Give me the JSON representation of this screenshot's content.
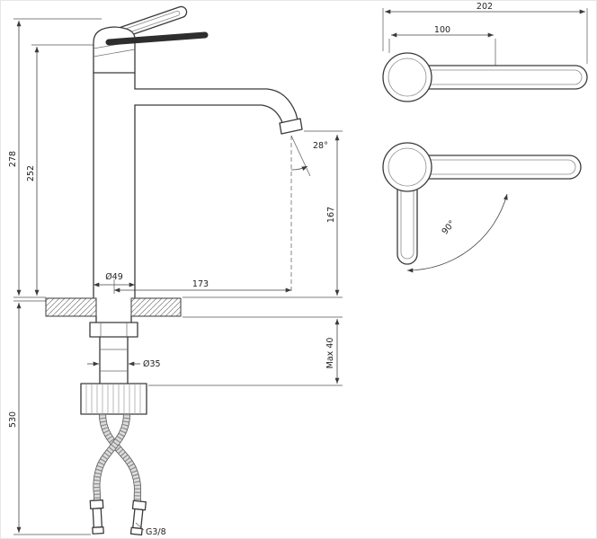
{
  "drawing": {
    "front": {
      "total_height": "278",
      "height_to_lever": "252",
      "hose_length": "530",
      "body_diameter": "Ø49",
      "spout_reach": "173",
      "outlet_height": "167",
      "stream_angle": "28°",
      "shank_diameter": "Ø35",
      "max_deck": "Max 40",
      "thread": "G3/8"
    },
    "top": {
      "overall_length": "202",
      "handle_length": "100",
      "handle_swing": "90°"
    }
  }
}
